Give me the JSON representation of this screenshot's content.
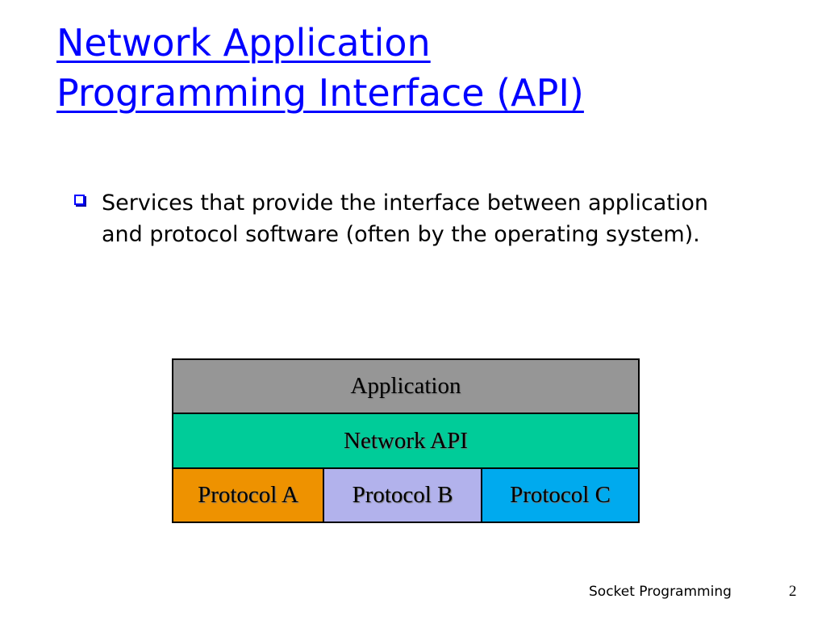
{
  "title": {
    "line1": "Network Application",
    "line2": "Programming Interface (API)",
    "color": "#0000ff"
  },
  "bullets": [
    {
      "icon": "hollow-square-bullet-icon",
      "text": "Services that provide the interface between application and protocol software (often by the operating system)."
    }
  ],
  "diagram": {
    "layers": {
      "application": {
        "label": "Application",
        "color": "#969696"
      },
      "network_api": {
        "label": "Network API",
        "color": "#00cc99"
      },
      "protocol_a": {
        "label": "Protocol A",
        "color": "#ee9200"
      },
      "protocol_b": {
        "label": "Protocol B",
        "color": "#b2b2ec"
      },
      "protocol_c": {
        "label": "Protocol C",
        "color": "#00aaee"
      }
    }
  },
  "footer": {
    "label": "Socket Programming",
    "page_number": "2"
  }
}
